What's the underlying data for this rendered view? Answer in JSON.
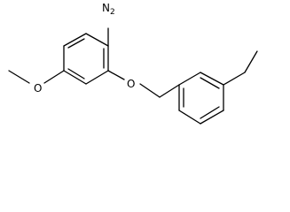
{
  "structure": {
    "atoms": {
      "amine": {
        "element": "N",
        "hydrogens": "2"
      },
      "ether_oxygen": {
        "element": "O"
      },
      "methoxy_oxygen": {
        "element": "O"
      }
    }
  },
  "colors": {
    "bond": "#000000",
    "text": "#000000",
    "background": "#ffffff"
  }
}
